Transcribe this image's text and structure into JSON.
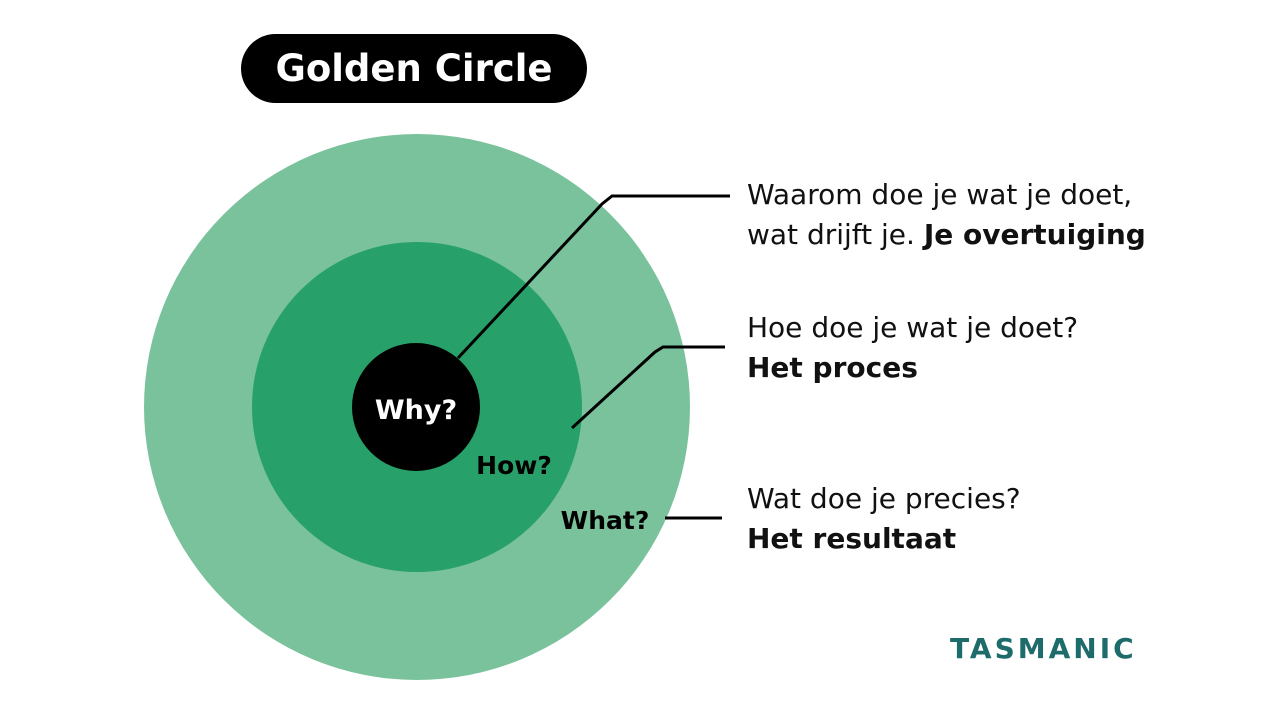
{
  "title": "Golden Circle",
  "circles": {
    "why": "Why?",
    "how": "How?",
    "what": "What?"
  },
  "descriptions": {
    "why": {
      "line1": "Waarom doe je wat je doet,",
      "line2_plain": "wat drijft je. ",
      "line2_bold": "Je overtuiging"
    },
    "how": {
      "line1": "Hoe doe je wat je doet?",
      "line2_bold": "Het proces"
    },
    "what": {
      "line1": "Wat doe je precies?",
      "line2_bold": "Het resultaat"
    }
  },
  "logo": "TASMANIC",
  "colors": {
    "outer_circle": "#7ac29b",
    "middle_circle": "#27a06a",
    "inner_circle": "#000000",
    "title_bg": "#000000",
    "logo": "#1d6b6b",
    "line": "#000000"
  }
}
